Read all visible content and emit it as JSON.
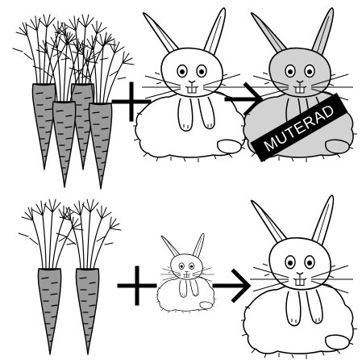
{
  "colors": {
    "ink": "#000000",
    "paper": "#ffffff",
    "carrot_fill": "#9a9a9a",
    "gray_rabbit_fill": "#d2d2d2",
    "banner_fill": "#000000",
    "banner_text": "#ffffff"
  },
  "rows": [
    {
      "carrot_count": 4,
      "operator_icon": "plus-icon",
      "result_icon": "arrow-right-icon",
      "input_rabbit": "white-rabbit",
      "output_rabbit": "gray-rabbit",
      "output_label": "MUTERAD"
    },
    {
      "carrot_count": 2,
      "operator_icon": "plus-icon",
      "result_icon": "arrow-right-icon",
      "input_rabbit": "small-white-rabbit",
      "output_rabbit": "large-white-rabbit"
    }
  ]
}
